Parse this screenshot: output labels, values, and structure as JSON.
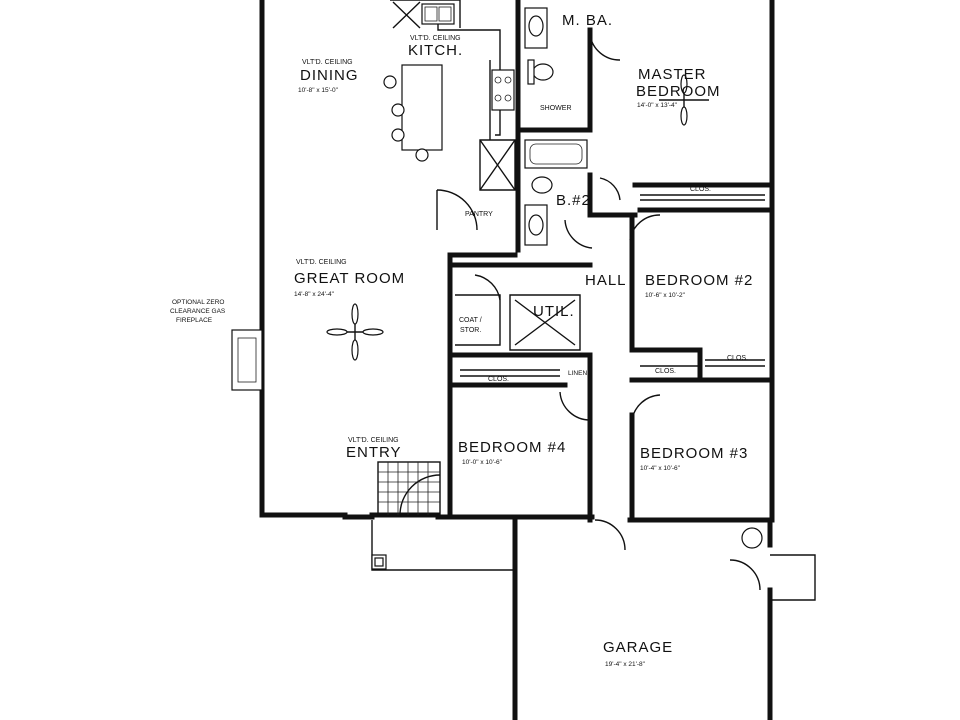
{
  "rooms": {
    "dining": {
      "note": "VLT'D. CEILING",
      "name": "DINING",
      "dims": "10'-8\" x 15'-0\""
    },
    "kitchen": {
      "note": "VLT'D. CEILING",
      "name": "KITCH."
    },
    "great": {
      "note": "VLT'D. CEILING",
      "name": "GREAT ROOM",
      "dims": "14'-8\" x 24'-4\""
    },
    "entry": {
      "note": "VLT'D. CEILING",
      "name": "ENTRY"
    },
    "master": {
      "name_line1": "MASTER",
      "name_line2": "BEDROOM",
      "dims": "14'-0\" x 13'-4\""
    },
    "mba": {
      "name": "M. BA."
    },
    "shower": {
      "name": "SHOWER"
    },
    "bath2": {
      "name": "B.#2"
    },
    "pantry": {
      "name": "PANTRY"
    },
    "hall": {
      "name": "HALL"
    },
    "bed2": {
      "name": "BEDROOM #2",
      "dims": "10'-6\" x 10'-2\""
    },
    "bed3": {
      "name": "BEDROOM #3",
      "dims": "10'-4\" x 10'-6\""
    },
    "bed4": {
      "name": "BEDROOM #4",
      "dims": "10'-0\" x 10'-6\""
    },
    "coat": {
      "line1": "COAT /",
      "line2": "STOR."
    },
    "util": {
      "name": "UTIL."
    },
    "linen": {
      "name": "LINEN"
    },
    "garage": {
      "name": "GARAGE",
      "dims": "19'-4\" x 21'-8\""
    }
  },
  "closets": {
    "master": "CLOS.",
    "bed2": "CLOS.",
    "bed3": "CLOS.",
    "bed4": "CLOS."
  },
  "fireplace_note": {
    "line1": "OPTIONAL ZERO",
    "line2": "CLEARANCE GAS",
    "line3": "FIREPLACE"
  }
}
